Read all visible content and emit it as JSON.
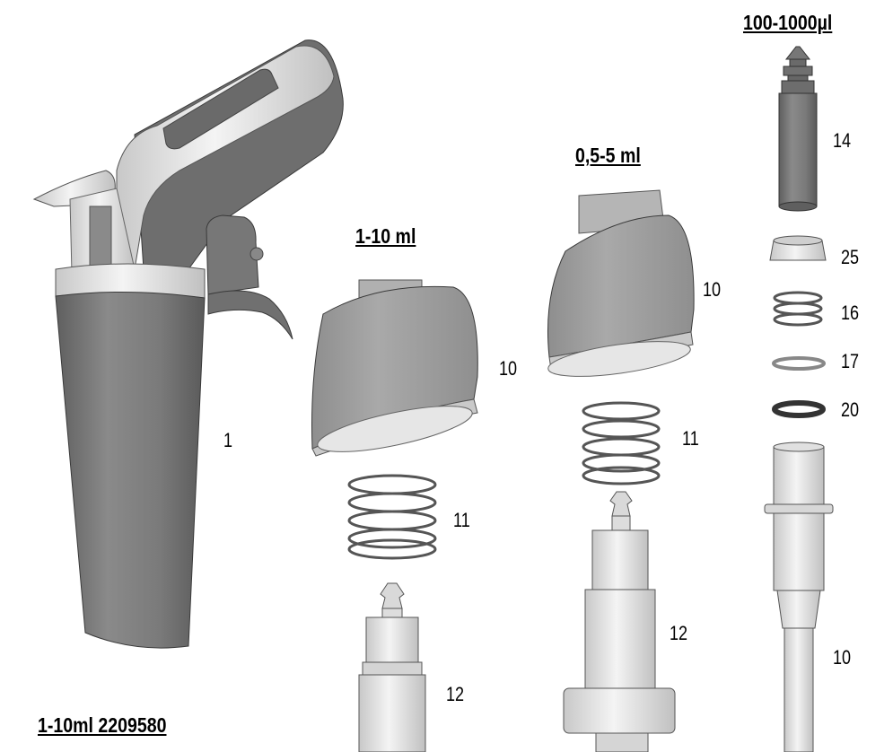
{
  "headings": {
    "col_1_10": "1-10 ml",
    "col_05_5": "0,5-5 ml",
    "col_100_1000": "100-1000µl",
    "footer": "1-10ml 2209580"
  },
  "callouts": {
    "handle": "1",
    "housing_a": "10",
    "spring_a": "11",
    "piston_a": "12",
    "housing_b": "10",
    "spring_b": "11",
    "piston_b": "12",
    "piston_c": "14",
    "ring_c": "25",
    "spring_c": "16",
    "washer_c": "17",
    "oring_c": "20",
    "cylinder_c": "10"
  },
  "colors": {
    "dark_body": "#7a7a7a",
    "mid_grey": "#a6a6a6",
    "light_grey": "#dcdcdc",
    "outline": "#3a3a3a"
  }
}
